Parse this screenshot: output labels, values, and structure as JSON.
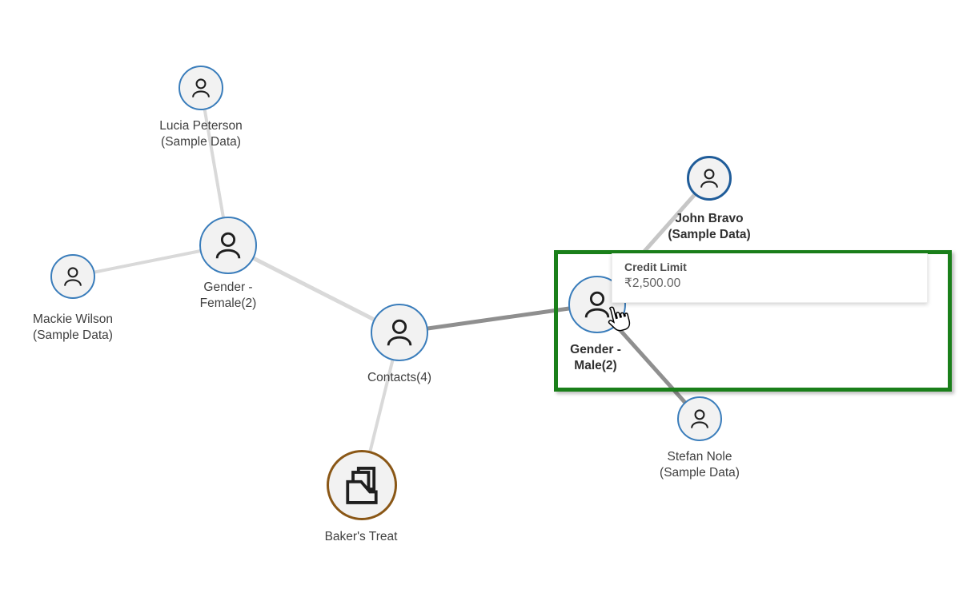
{
  "app": {
    "view": "relationship-graph"
  },
  "tooltip": {
    "title": "Credit Limit",
    "value": "₹2,500.00"
  },
  "graph": {
    "nodes": [
      {
        "id": "lucia-peterson",
        "kind": "contact",
        "lines": [
          "Lucia Peterson",
          "(Sample Data)"
        ]
      },
      {
        "id": "gender-female",
        "kind": "group",
        "lines": [
          "Gender -",
          "Female(2)"
        ]
      },
      {
        "id": "mackie-wilson",
        "kind": "contact",
        "lines": [
          "Mackie Wilson",
          "(Sample Data)"
        ]
      },
      {
        "id": "contacts",
        "kind": "group",
        "lines": [
          "Contacts(4)"
        ]
      },
      {
        "id": "bakers-treat",
        "kind": "account",
        "lines": [
          "Baker's Treat"
        ]
      },
      {
        "id": "gender-male",
        "kind": "group",
        "lines": [
          "Gender -",
          "Male(2)"
        ],
        "emphasized": true
      },
      {
        "id": "john-bravo",
        "kind": "contact",
        "lines": [
          "John Bravo",
          "(Sample Data)"
        ],
        "emphasized": true
      },
      {
        "id": "stefan-nole",
        "kind": "contact",
        "lines": [
          "Stefan Nole",
          "(Sample Data)"
        ]
      }
    ],
    "edges": [
      {
        "from": "lucia-peterson",
        "to": "gender-female",
        "weight": "light"
      },
      {
        "from": "mackie-wilson",
        "to": "gender-female",
        "weight": "light"
      },
      {
        "from": "gender-female",
        "to": "contacts",
        "weight": "light"
      },
      {
        "from": "contacts",
        "to": "bakers-treat",
        "weight": "light"
      },
      {
        "from": "contacts",
        "to": "gender-male",
        "weight": "dark"
      },
      {
        "from": "gender-male",
        "to": "john-bravo",
        "weight": "medium"
      },
      {
        "from": "gender-male",
        "to": "stefan-nole",
        "weight": "dark"
      }
    ]
  },
  "colors": {
    "background": "#ffffff",
    "node_fill": "#f2f2f2",
    "node_border": "#3a7dbb",
    "node_border_selected": "#1f5c99",
    "account_border": "#8a5716",
    "icon_stroke": "#1f1f1f",
    "edge_light": "#d9d9d9",
    "edge_medium": "#c6c6c6",
    "edge_dark": "#8f8f8f",
    "highlight_box": "#1a7f1a",
    "label_text": "#3f3f3f"
  }
}
